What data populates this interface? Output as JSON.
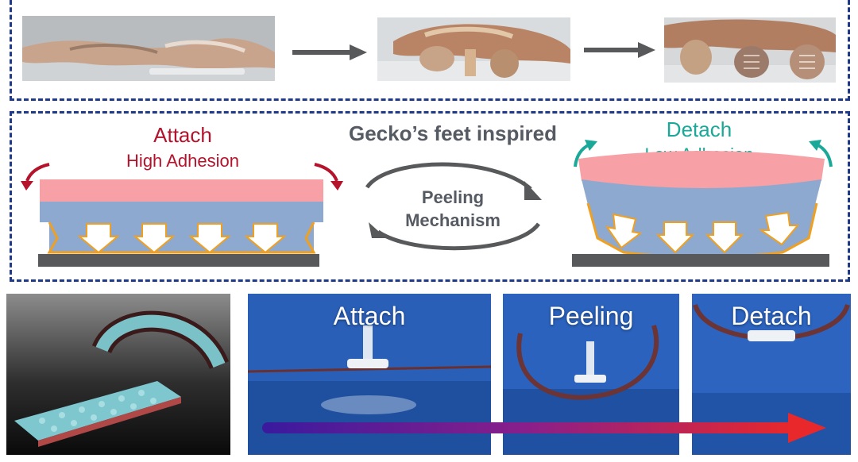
{
  "header": {
    "title": "Gecko’s feet inspired"
  },
  "attach_panel": {
    "title": "Attach",
    "subtitle": "High Adhesion"
  },
  "detach_panel": {
    "title": "Detach",
    "subtitle": "Low Adhesion"
  },
  "mechanism": {
    "line1": "Peeling",
    "line2": "Mechanism"
  },
  "photo_sequence": {
    "labels": [
      "Attach",
      "Peeling",
      "Detach"
    ]
  },
  "colors": {
    "frame_dash": "#1f3a8a",
    "attach_red": "#b5122c",
    "detach_teal": "#1aa898",
    "top_layer_pink": "#f7a0a6",
    "base_blue": "#8ea9cf",
    "spike_orange": "#f0a020",
    "substrate_gray": "#58595b",
    "arrow_gray": "#58595b"
  }
}
